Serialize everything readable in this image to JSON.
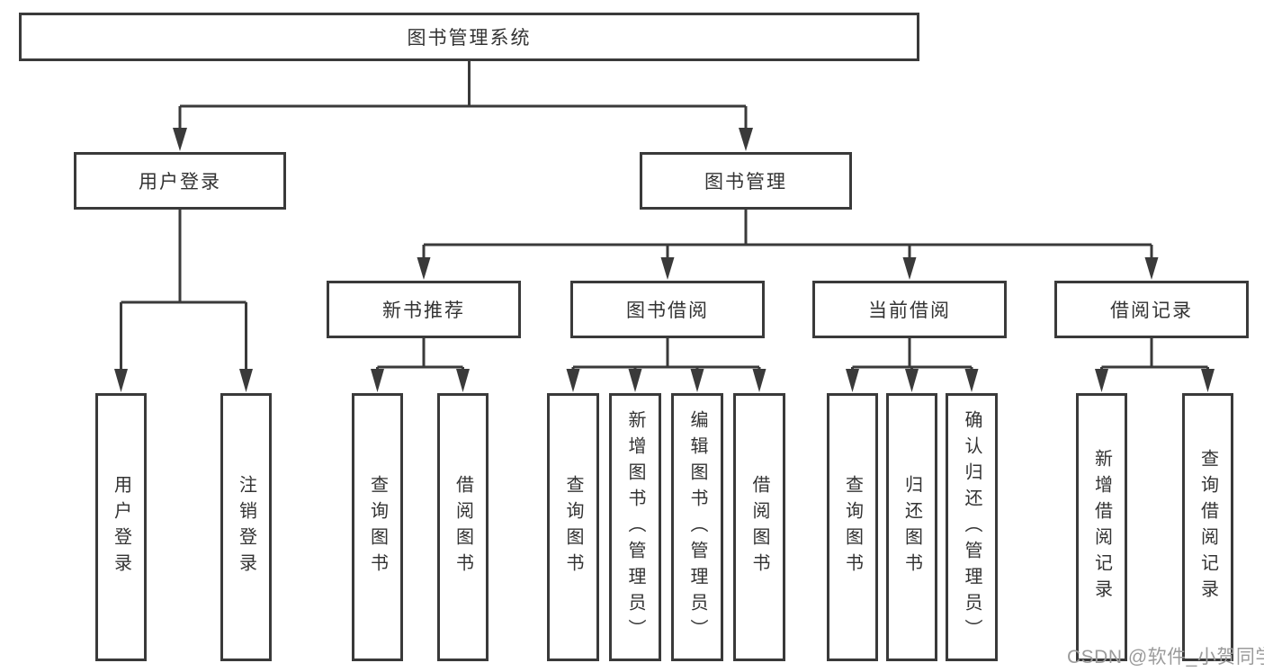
{
  "diagram_type": "hierarchy-tree",
  "tree": {
    "label": "图书管理系统",
    "children": [
      {
        "label": "用户登录",
        "children": [
          {
            "label": "用户登录"
          },
          {
            "label": "注销登录"
          }
        ]
      },
      {
        "label": "图书管理",
        "children": [
          {
            "label": "新书推荐",
            "children": [
              {
                "label": "查询图书"
              },
              {
                "label": "借阅图书"
              }
            ]
          },
          {
            "label": "图书借阅",
            "children": [
              {
                "label": "查询图书"
              },
              {
                "label": "新增图书（管理员）"
              },
              {
                "label": "编辑图书（管理员）"
              },
              {
                "label": "借阅图书"
              }
            ]
          },
          {
            "label": "当前借阅",
            "children": [
              {
                "label": "查询图书"
              },
              {
                "label": "归还图书"
              },
              {
                "label": "确认归还（管理员）"
              }
            ]
          },
          {
            "label": "借阅记录",
            "children": [
              {
                "label": "新增借阅记录"
              },
              {
                "label": "查询借阅记录"
              }
            ]
          }
        ]
      }
    ]
  },
  "watermark": "CSDN @软件_小贺同学",
  "colors": {
    "line": "#3a3a3a",
    "box_border": "#3a3a3a",
    "box_background": "#ffffff",
    "text": "#333333",
    "watermark": "#9b9b9b",
    "background": "#ffffff"
  }
}
